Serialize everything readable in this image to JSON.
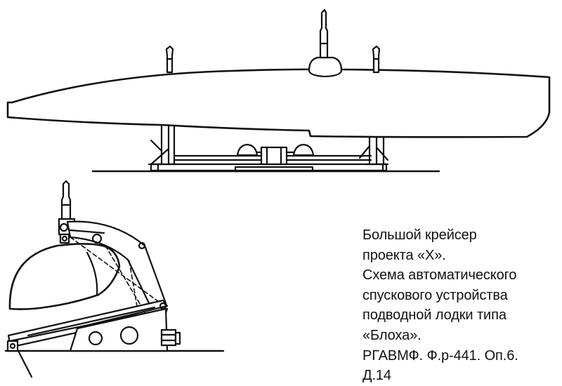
{
  "caption": {
    "lines": [
      "Большой крейсер",
      "проекта «Х».",
      "Схема автоматического",
      "спускового устройства",
      "подводной лодки типа",
      "«Блоха».",
      "РГАВМФ. Ф.р-441. Оп.6.",
      "Д.14"
    ]
  },
  "colors": {
    "ink": "#111111",
    "background": "#ffffff"
  }
}
